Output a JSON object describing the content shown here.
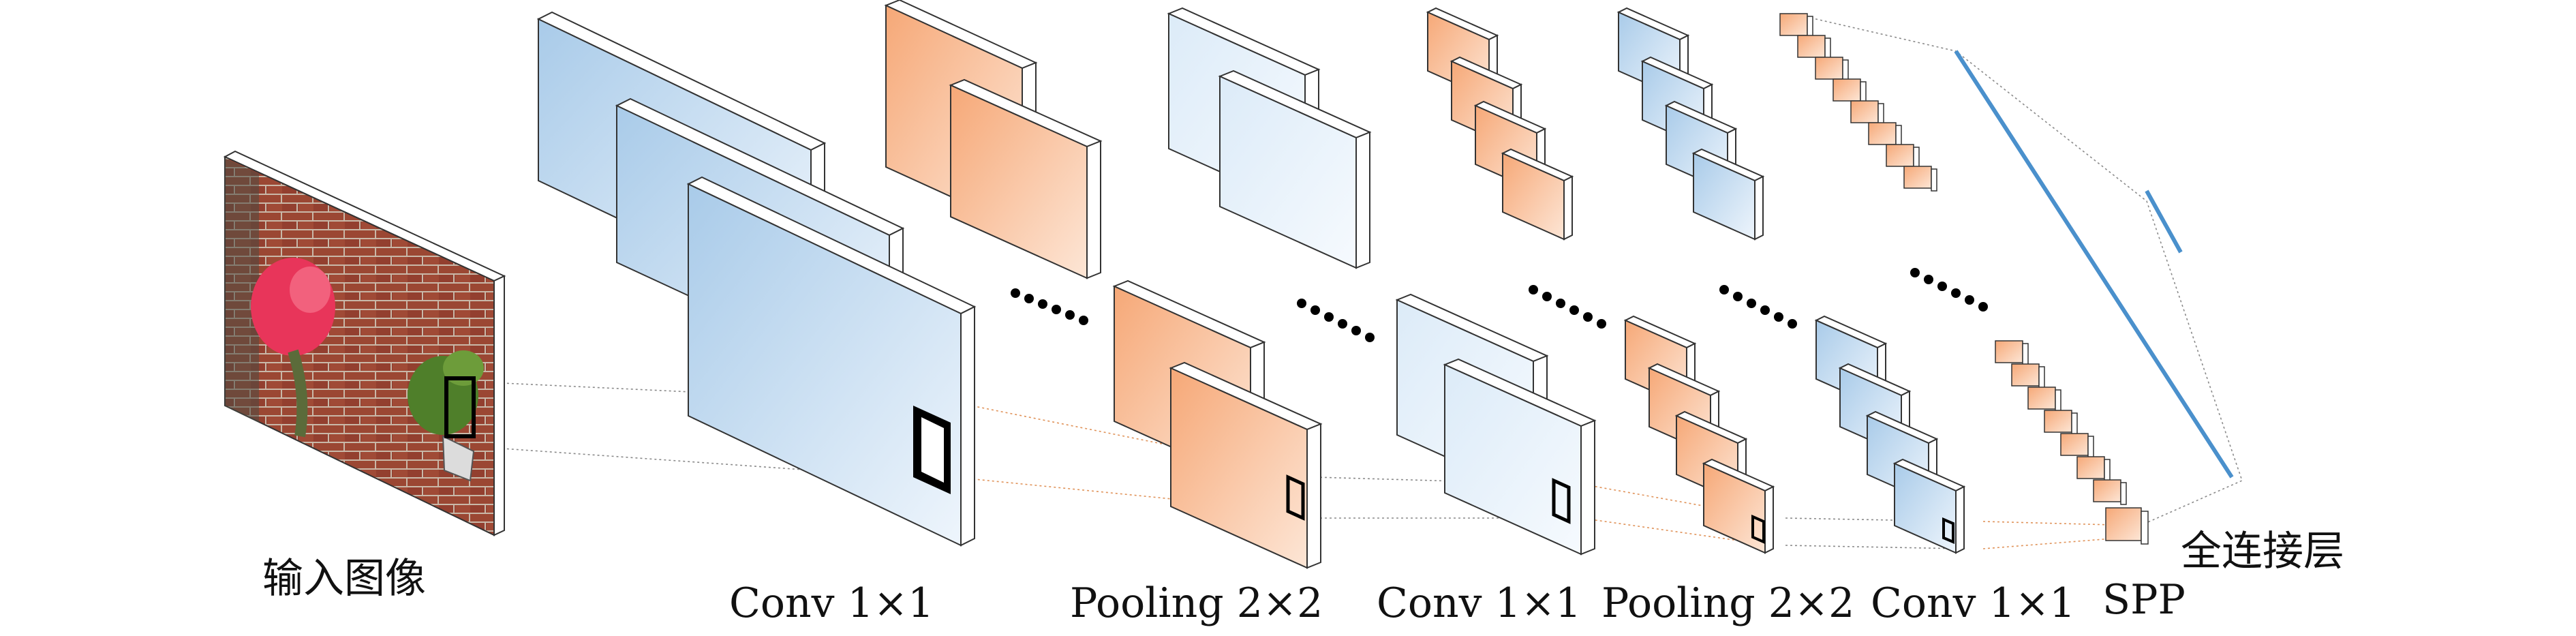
{
  "labels": {
    "input": "输入图像",
    "conv1": "Conv 1×1",
    "pool1": "Pooling 2×2",
    "conv2": "Conv 1×1",
    "pool2": "Pooling 2×2",
    "conv3": "Conv 1×1",
    "spp": "SPP",
    "fc": "全连接层"
  },
  "colors": {
    "blue": "#a9cbe9",
    "blue_light": "#e6f1fb",
    "orange": "#f6a877",
    "orange_light": "#fde4d2",
    "side": "#ffffff",
    "edge": "#333333",
    "fc_line": "#4a90cc",
    "conn_gray": "#8a8a8a",
    "conn_orange": "#e0935a",
    "brick": "#8a3a2c",
    "rose": "#e8355a",
    "leaf": "#4f7f2a"
  },
  "icons": [
    "continuation-dots-icon",
    "input-photo-icon",
    "receptive-field-window-icon"
  ]
}
